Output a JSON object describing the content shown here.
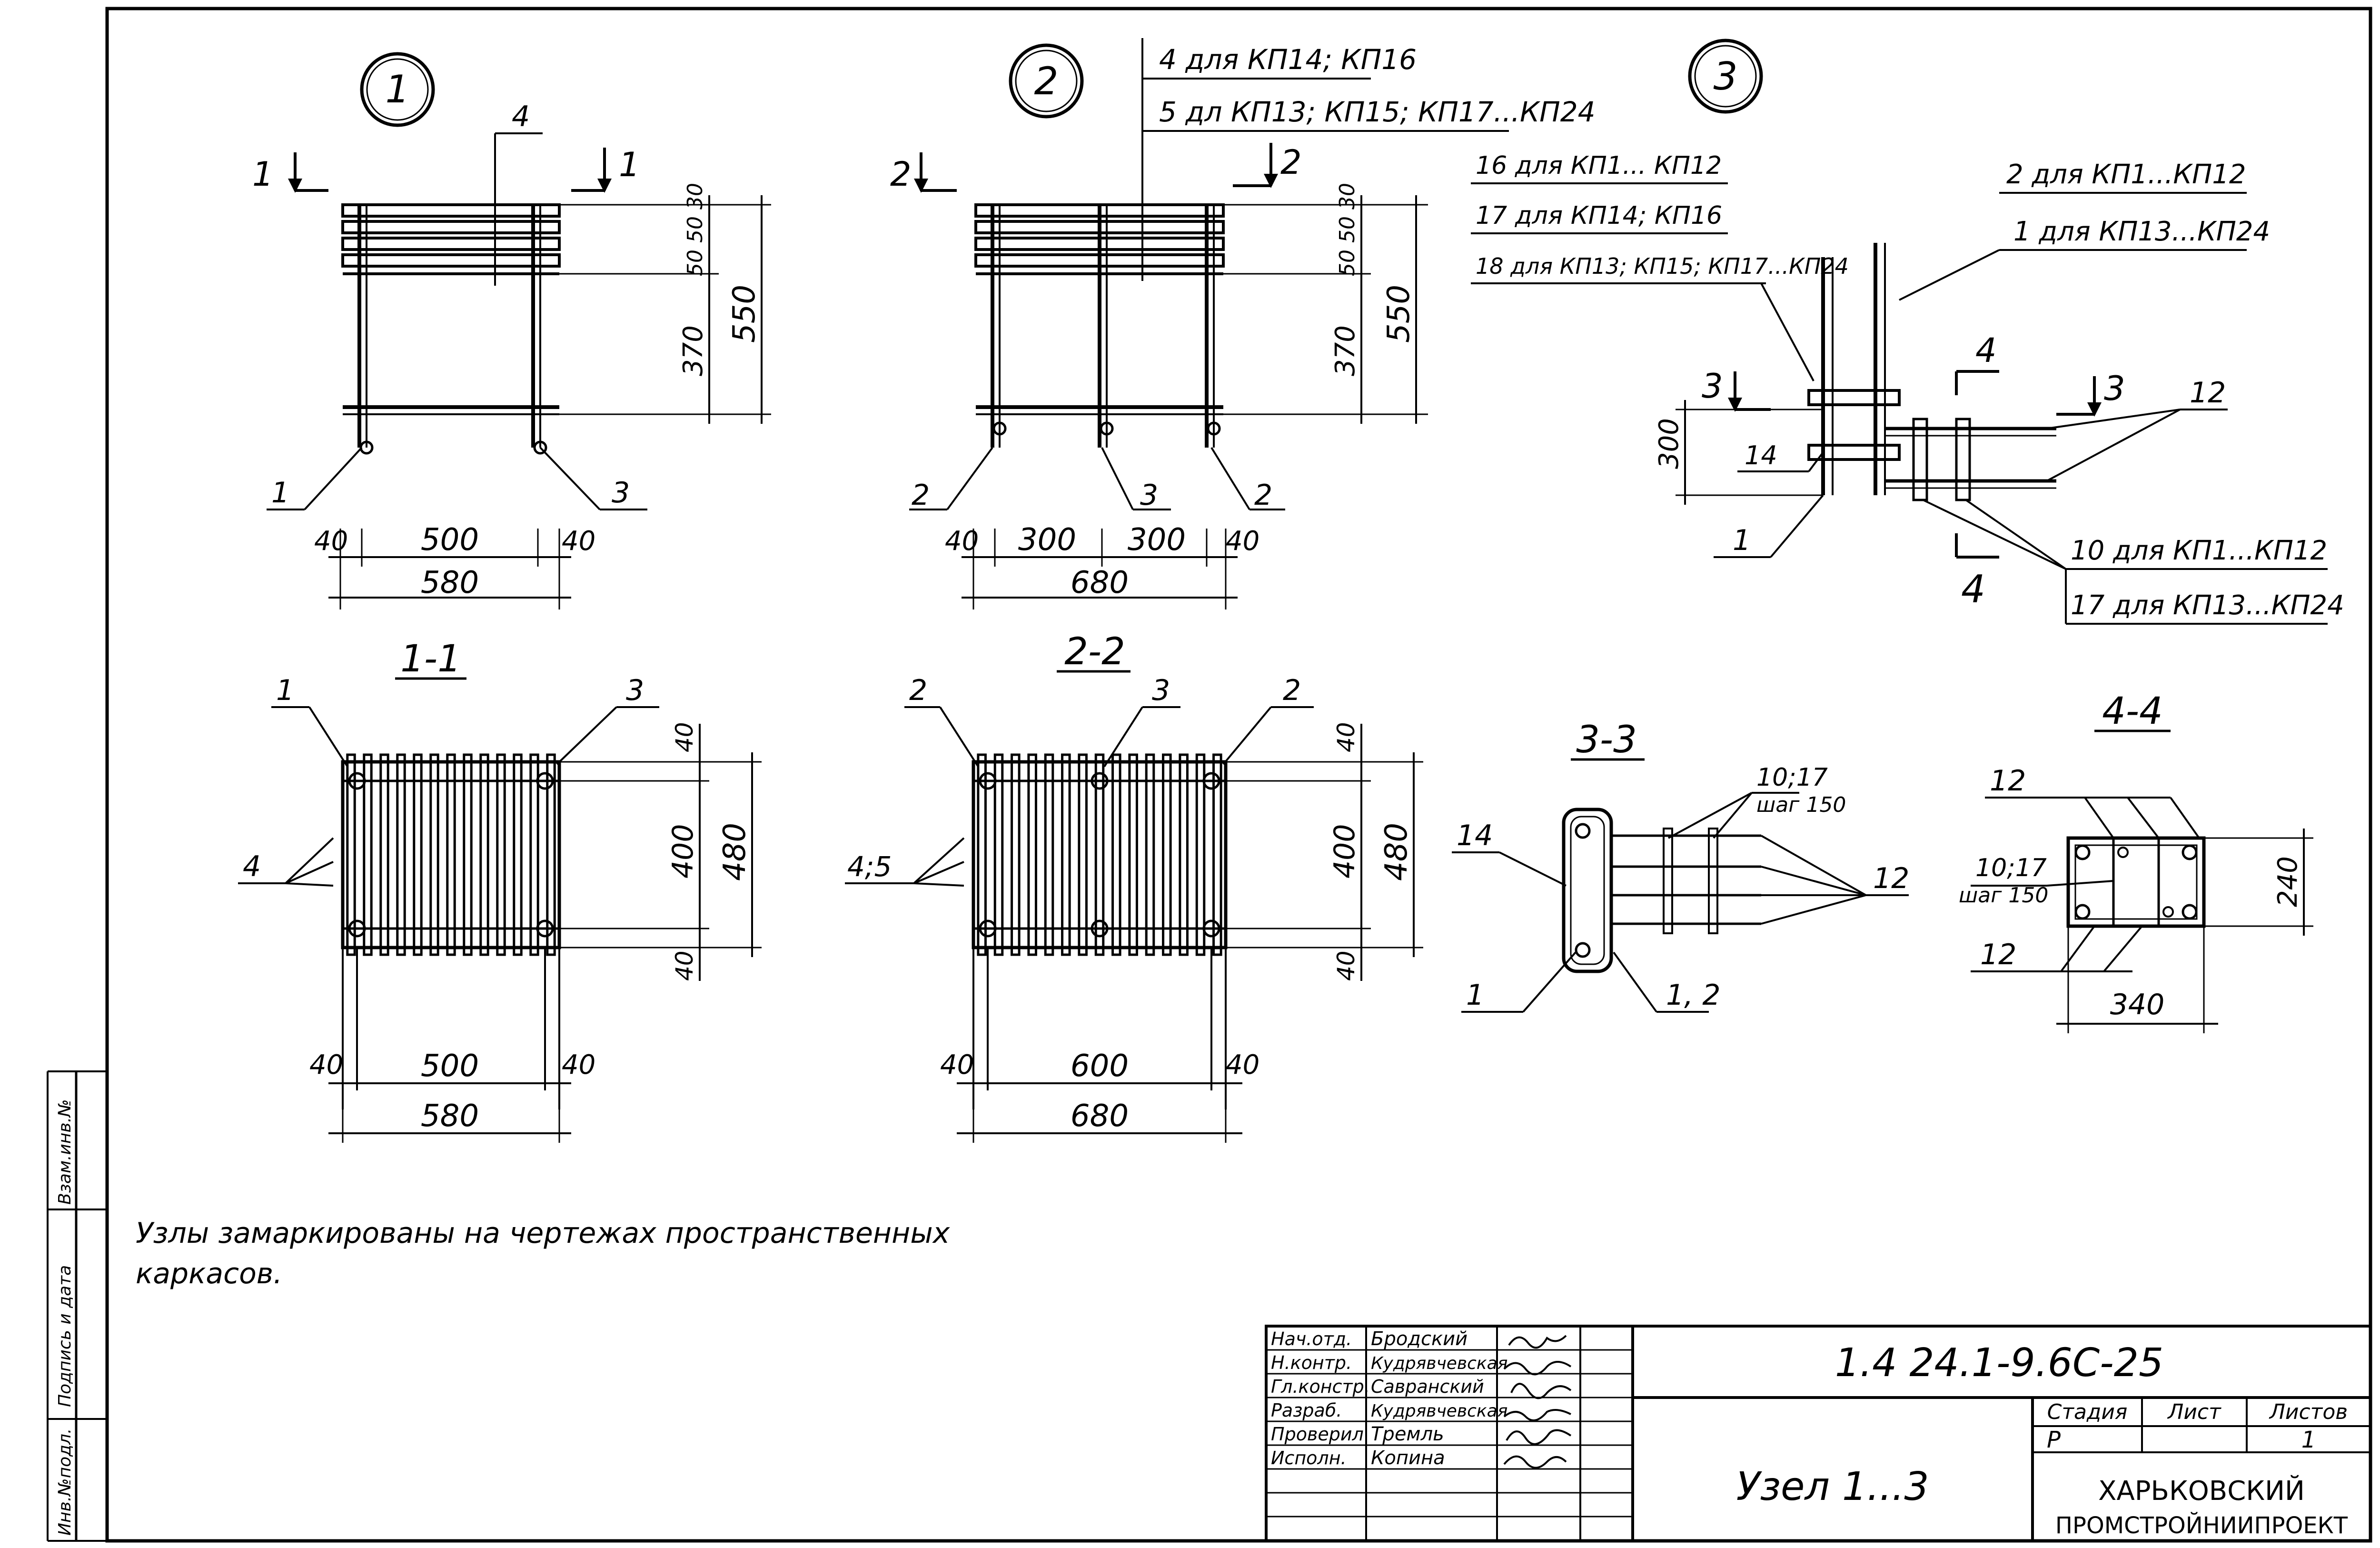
{
  "node1": {
    "circle_label": "1",
    "cut_left": "1",
    "cut_right": "1",
    "pos_top": "4",
    "pos_left": "1",
    "pos_right": "3",
    "dim_30": "30",
    "dim_50a": "50",
    "dim_50b": "50",
    "dim_370": "370",
    "dim_550": "550",
    "dim_40a": "40",
    "dim_500": "500",
    "dim_40b": "40",
    "dim_580": "580"
  },
  "node2": {
    "circle_label": "2",
    "note_line1": "4 для КП14; КП16",
    "note_line2": "5 дл КП13; КП15; КП17...КП24",
    "cut_left": "2",
    "cut_right": "2",
    "pos_left": "2",
    "pos_mid": "3",
    "pos_right": "2",
    "dim_30": "30",
    "dim_50a": "50",
    "dim_50b": "50",
    "dim_370": "370",
    "dim_550": "550",
    "dim_40a": "40",
    "dim_300a": "300",
    "dim_300b": "300",
    "dim_40b": "40",
    "dim_680": "680"
  },
  "node3": {
    "circle_label": "3",
    "left_note_1": "16 для КП1... КП12",
    "left_note_2": "17 для КП14; КП16",
    "left_note_3": "18 для КП13; КП15; КП17...КП24",
    "right_note_1": "2 для КП1...КП12",
    "right_note_2": "1 для КП13...КП24",
    "bottom_note_1": "10 для КП1...КП12",
    "bottom_note_2": "17 для КП13...КП24",
    "cut3_left": "3",
    "cut3_right": "3",
    "cut4_top": "4",
    "cut4_bottom": "4",
    "pos_12": "12",
    "pos_14": "14",
    "pos_1": "1",
    "dim_300": "300"
  },
  "section11": {
    "title": "1-1",
    "pos_1": "1",
    "pos_3": "3",
    "pos_4": "4",
    "dim_40t": "40",
    "dim_400": "400",
    "dim_40b": "40",
    "dim_480": "480",
    "dim_40l": "40",
    "dim_500": "500",
    "dim_40r": "40",
    "dim_580": "580"
  },
  "section22": {
    "title": "2-2",
    "pos_2l": "2",
    "pos_3": "3",
    "pos_2r": "2",
    "pos_45": "4;5",
    "dim_40t": "40",
    "dim_400": "400",
    "dim_40b": "40",
    "dim_480": "480",
    "dim_40l": "40",
    "dim_600": "600",
    "dim_40r": "40",
    "dim_680": "680"
  },
  "section33": {
    "title": "3-3",
    "pos_14": "14",
    "pos_1017": "10;17",
    "step": "шаг 150",
    "pos_12": "12",
    "pos_1": "1",
    "pos_12b": "1, 2"
  },
  "section44": {
    "title": "4-4",
    "pos_12a": "12",
    "pos_1017": "10;17",
    "step": "шаг 150",
    "pos_12b": "12",
    "dim_240": "240",
    "dim_340": "340"
  },
  "note": {
    "line1": "Узлы замаркированы на чертежах пространственных",
    "line2": "каркасов."
  },
  "side_stamp": {
    "inv_podl": "Инв.№подл.",
    "podpis_data": "Подпись и дата",
    "vzam_inv": "Взам.инв.№"
  },
  "title_block": {
    "code": "1.4 24.1-9.6С-25",
    "name": "Узел 1...3",
    "stage_label": "Стадия",
    "stage_value": "Р",
    "sheet_label": "Лист",
    "sheet_value": "",
    "sheets_label": "Листов",
    "sheets_value": "1",
    "org_line1": "ХАРЬКОВСКИЙ",
    "org_line2": "ПРОМСТРОЙНИИПРОЕКТ",
    "rows": [
      {
        "role": "Нач.отд.",
        "name": "Бродский"
      },
      {
        "role": "Н.контр.",
        "name": "Кудрявчевская"
      },
      {
        "role": "Гл.констр.",
        "name": "Савранский"
      },
      {
        "role": "Разраб.",
        "name": "Кудрявчевская"
      },
      {
        "role": "Проверил",
        "name": "Тремль"
      },
      {
        "role": "Исполн.",
        "name": "Копина"
      }
    ]
  }
}
